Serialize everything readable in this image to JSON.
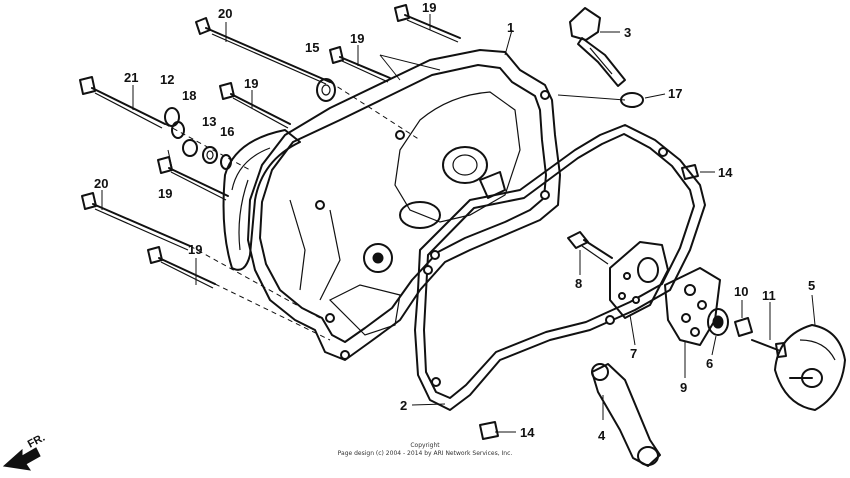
{
  "callouts": [
    {
      "id": "1",
      "label": "1"
    },
    {
      "id": "2",
      "label": "2"
    },
    {
      "id": "3",
      "label": "3"
    },
    {
      "id": "4",
      "label": "4"
    },
    {
      "id": "5",
      "label": "5"
    },
    {
      "id": "6",
      "label": "6"
    },
    {
      "id": "7",
      "label": "7"
    },
    {
      "id": "8",
      "label": "8"
    },
    {
      "id": "9",
      "label": "9"
    },
    {
      "id": "10",
      "label": "10"
    },
    {
      "id": "11",
      "label": "11"
    },
    {
      "id": "12",
      "label": "12"
    },
    {
      "id": "13",
      "label": "13"
    },
    {
      "id": "14a",
      "label": "14"
    },
    {
      "id": "14b",
      "label": "14"
    },
    {
      "id": "15",
      "label": "15"
    },
    {
      "id": "16",
      "label": "16"
    },
    {
      "id": "17",
      "label": "17"
    },
    {
      "id": "18",
      "label": "18"
    },
    {
      "id": "19a",
      "label": "19"
    },
    {
      "id": "19b",
      "label": "19"
    },
    {
      "id": "19c",
      "label": "19"
    },
    {
      "id": "19d",
      "label": "19"
    },
    {
      "id": "19e",
      "label": "19"
    },
    {
      "id": "20a",
      "label": "20"
    },
    {
      "id": "20b",
      "label": "20"
    },
    {
      "id": "21",
      "label": "21"
    }
  ],
  "direction_label": "FR.",
  "copyright": {
    "line1": "Copyright",
    "line2": "Page design (c) 2004 - 2014 by ARI Network Services, Inc."
  }
}
